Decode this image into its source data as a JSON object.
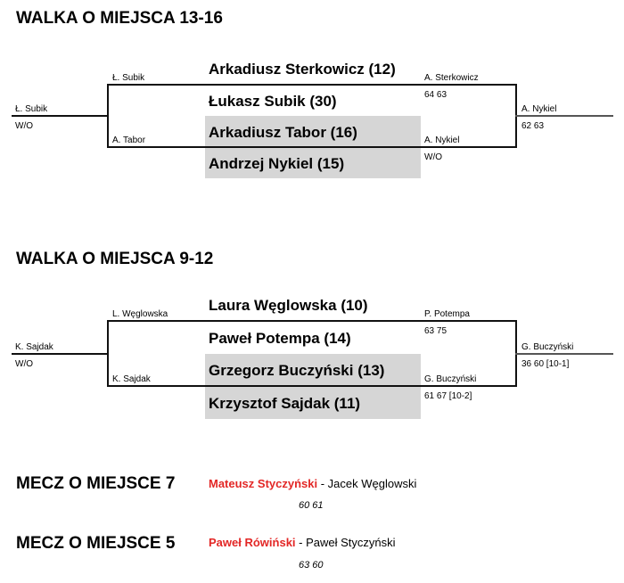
{
  "sections": [
    {
      "title": "WALKA O MIEJSCA 13-16",
      "players": [
        "Arkadiusz Sterkowicz (12)",
        "Łukasz Subik (30)",
        "Arkadiusz Tabor (16)",
        "Andrzej Nykiel (15)"
      ],
      "left_top_label": "Ł. Subik",
      "left_bottom_label": "A. Tabor",
      "left_winner": "Ł. Subik",
      "left_score": "W/O",
      "right_top_label": "A. Sterkowicz",
      "right_top_score": "64 63",
      "right_bottom_label": "A. Nykiel",
      "right_bottom_score": "W/O",
      "right_winner": "A. Nykiel",
      "right_score": "62 63"
    },
    {
      "title": "WALKA O MIEJSCA 9-12",
      "players": [
        "Laura Węglowska (10)",
        "Paweł Potempa (14)",
        "Grzegorz Buczyński (13)",
        "Krzysztof Sajdak (11)"
      ],
      "left_top_label": "L. Węglowska",
      "left_bottom_label": "K. Sajdak",
      "left_winner": "K. Sajdak",
      "left_score": "W/O",
      "right_top_label": "P. Potempa",
      "right_top_score": "63 75",
      "right_bottom_label": "G. Buczyński",
      "right_bottom_score": "61 67 [10-2]",
      "right_winner": "G. Buczyński",
      "right_score": "36 60 [10-1]"
    }
  ],
  "matches": [
    {
      "title": "MECZ O MIEJSCE 7",
      "winner": "Mateusz Styczyński",
      "separator": " - ",
      "loser": "Jacek Węglowski",
      "score": "60 61"
    },
    {
      "title": "MECZ O MIEJSCE 5",
      "winner": "Paweł Rówiński",
      "separator": " - ",
      "loser": "Paweł Styczyński",
      "score": "63 60"
    }
  ],
  "colors": {
    "winner": "#e32726",
    "highlight_box": "#d6d6d6"
  }
}
